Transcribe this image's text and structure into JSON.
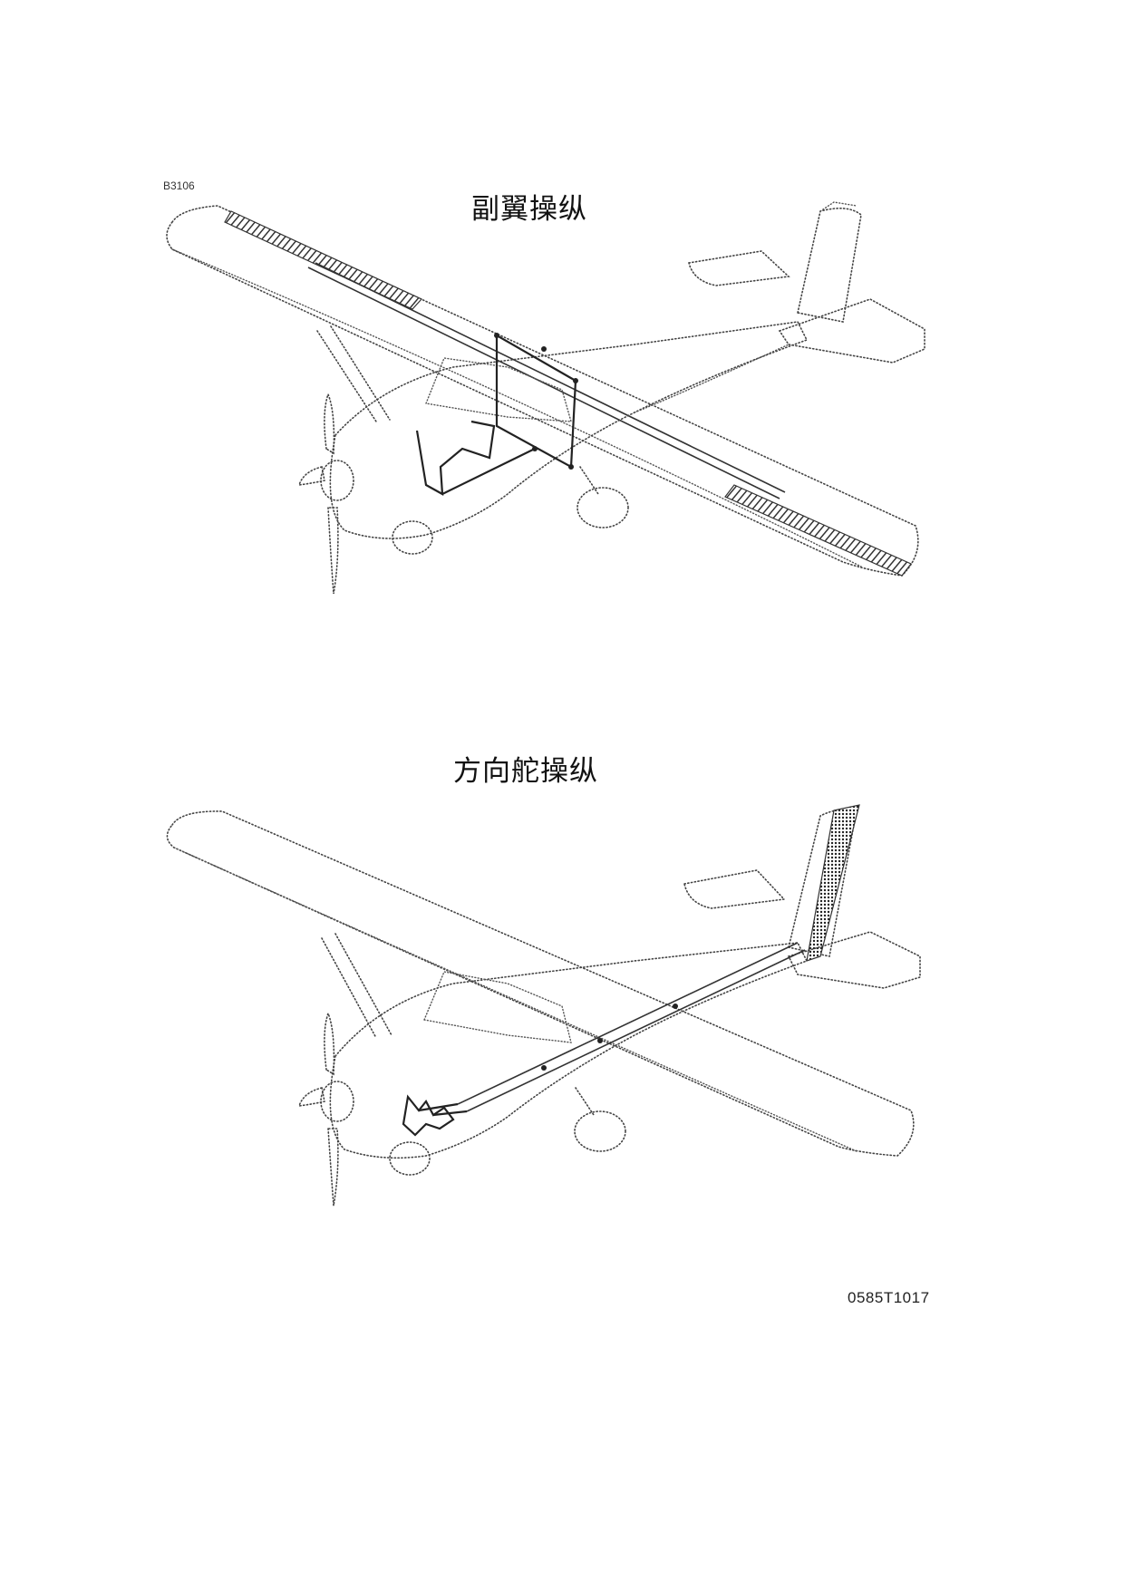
{
  "doc_code": "B3106",
  "figures": [
    {
      "title": "副翼操纵"
    },
    {
      "title": "方向舵操纵"
    }
  ],
  "figure_number": "0585T1017",
  "colors": {
    "line": "#444444",
    "hatch": "#333333"
  }
}
